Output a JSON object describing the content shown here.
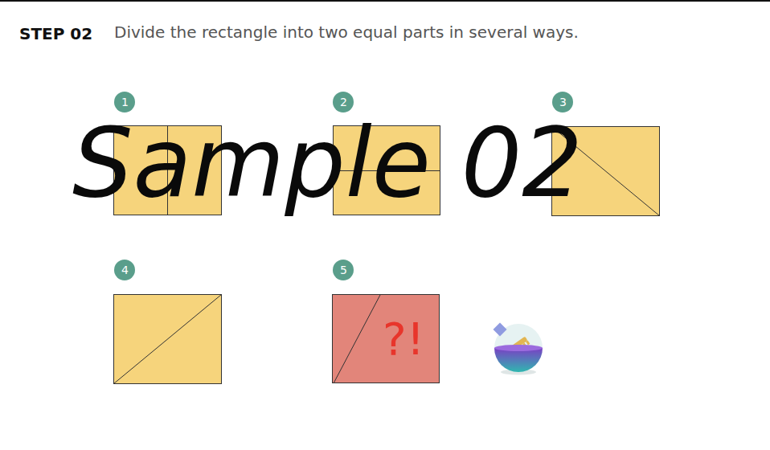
{
  "diagram": {
    "title": "STEP 02",
    "nodes": [
      {
        "text": [
          "?!"
        ]
      }
    ],
    "labels": [
      "Divide the rectangle into two equal parts in several ways.",
      "1",
      "2",
      "3",
      "4",
      "5",
      "Sample 02"
    ]
  }
}
